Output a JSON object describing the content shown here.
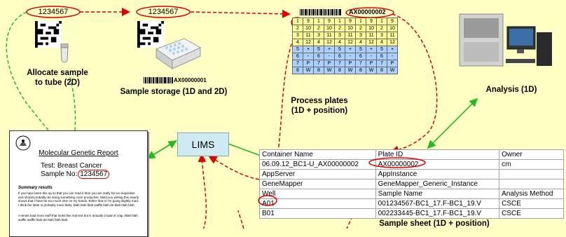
{
  "barcode_top_left": "1234567",
  "barcode_top_mid": "1234567",
  "plate_id_label": "AX00000002",
  "storage_1d_label": "AX00000001",
  "captions": {
    "allocate_line1": "Allocate sample",
    "allocate_line2": "to tube (2D)",
    "storage": "Sample storage (1D and 2D)",
    "process_line1": "Process plates",
    "process_line2": "(1D + position)",
    "analysis": "Analysis (1D)",
    "sample_sheet": "Sample sheet (1D + position)"
  },
  "lims_label": "LIMS",
  "plate_rows": [
    [
      "1",
      "9",
      "1",
      "9",
      "1",
      "9",
      "1",
      "9",
      "1",
      "9"
    ],
    [
      "2",
      "10",
      "2",
      "10",
      "2",
      "10",
      "2",
      "10",
      "2",
      "10"
    ],
    [
      "3",
      "11",
      "3",
      "11",
      "3",
      "11",
      "3",
      "11",
      "3",
      "11"
    ],
    [
      "4",
      "12",
      "4",
      "12",
      "4",
      "12",
      "4",
      "12",
      "4",
      "12"
    ],
    [
      "5",
      "+",
      "5",
      "+",
      "5",
      "+",
      "5",
      "+",
      "5",
      "+"
    ],
    [
      "6",
      "-",
      "6",
      "-",
      "6",
      "-",
      "6",
      "-",
      "6",
      "-"
    ],
    [
      "7",
      "P",
      "7",
      "P",
      "7",
      "P",
      "7",
      "P",
      "7",
      "P"
    ],
    [
      "8",
      "W",
      "8",
      "W",
      "8",
      "W",
      "8",
      "W",
      "8",
      "W"
    ]
  ],
  "sample_sheet": {
    "rows": [
      [
        "Container Name",
        "Plate ID",
        "Owner"
      ],
      [
        "06.09.12_BC1-U_AX00000002",
        "AX00000002",
        "cm"
      ],
      [
        "AppServer",
        "AppInstance",
        ""
      ],
      [
        "GeneMapper",
        "GeneMapper_Generic_Instance",
        ""
      ],
      [
        "Well",
        "Sample Name",
        "Analysis Method"
      ],
      [
        "A01",
        "001234567-BC1_17.F-BC1_19.V",
        "CSCE"
      ],
      [
        "B01",
        "002233445-BC1_17.F-BC1_19.V",
        "CSCE"
      ]
    ]
  },
  "report": {
    "title": "Molecular Genetic Report",
    "test_line": "Test: Breast Cancer",
    "sample_prefix": "Sample No:",
    "sample_no": "1234567",
    "summary_heading": "Summary results",
    "summary_body": "If you have been this up so that you can read it then you are really far too inquisitive and should probably be doing something more productive. Mind you writing this clearly shows that I have far too much time on my hands. Either that or I'm going slightly mad. I think the latter is probably more likely. Blah blah blah waffle blah de-blah blah blah.",
    "footer_body": "A whole load more stuff that looks like real text but is actually a load of crap. Blah blah waffle waffle blah-de-blah blah blah."
  },
  "colors": {
    "background": "#ffffc6",
    "arrow_red": "#e00000",
    "arrow_green": "#22bb22",
    "plate_yellow": "#ffff99",
    "plate_blue": "#aad0ff",
    "lims_fill": "#cfeaf2"
  }
}
